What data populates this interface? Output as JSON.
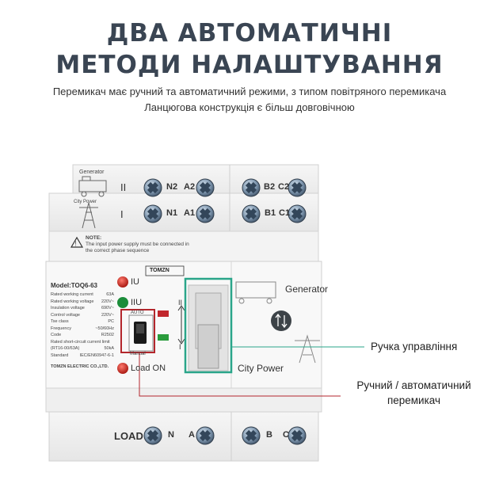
{
  "heading": {
    "line1": "ДВА АВТОМАТИЧНІ",
    "line2": "МЕТОДИ НАЛАШТУВАННЯ"
  },
  "subtitle": {
    "line1": "Перемикач має ручний та автоматичний режими, з типом повітряного перемикача",
    "line2": "Ланцюгова конструкція є більш довговічною"
  },
  "device": {
    "top_row": {
      "generator": "Generator",
      "roman": "II",
      "terminals": [
        "N2",
        "A2",
        "B2",
        "C2"
      ]
    },
    "second_row": {
      "city": "City Power",
      "roman": "I",
      "terminals": [
        "N1",
        "A1",
        "B1",
        "C1"
      ]
    },
    "note_title": "NOTE:",
    "note_text1": "The input power supply must be connected in",
    "note_text2": "the correct phase sequence",
    "brand": "TOMZN",
    "model": "Model:TOQ6-63",
    "specs": [
      [
        "Rated working current",
        "63A"
      ],
      [
        "Rated working voltage",
        "220V~"
      ],
      [
        "Insulation voltage",
        "690V~"
      ],
      [
        "Control voltage",
        "220V~"
      ],
      [
        "Tse class",
        "PC"
      ],
      [
        "Frequency",
        "~50/60Hz"
      ],
      [
        "Code",
        "R2502"
      ],
      [
        "Rated short-circuit current limit",
        ""
      ],
      [
        "(RT16-00/63A)",
        "50kA"
      ],
      [
        "Standard",
        "IEC/EN60947-6-1"
      ]
    ],
    "manufacturer": "TOMZN ELECTRIC CO.,LTD.",
    "indicator_iu": "IU",
    "indicator_iiu": "IIU",
    "auto_label": "AUTO",
    "manual_label": "Manual",
    "load_on": "Load ON",
    "switch_top": "II",
    "switch_bottom": "I",
    "generator_label": "Generator",
    "city_power_label": "City Power",
    "load": "LOAD",
    "load_terminals": [
      "N",
      "A",
      "B",
      "C"
    ]
  },
  "annotations": {
    "handle": "Ручка управління",
    "switch_line1": "Ручний / автоматичний",
    "switch_line2": "перемикач"
  },
  "colors": {
    "heading": "#3a4553",
    "handle_box": "#2aa58a",
    "switch_box": "#b3262c"
  }
}
